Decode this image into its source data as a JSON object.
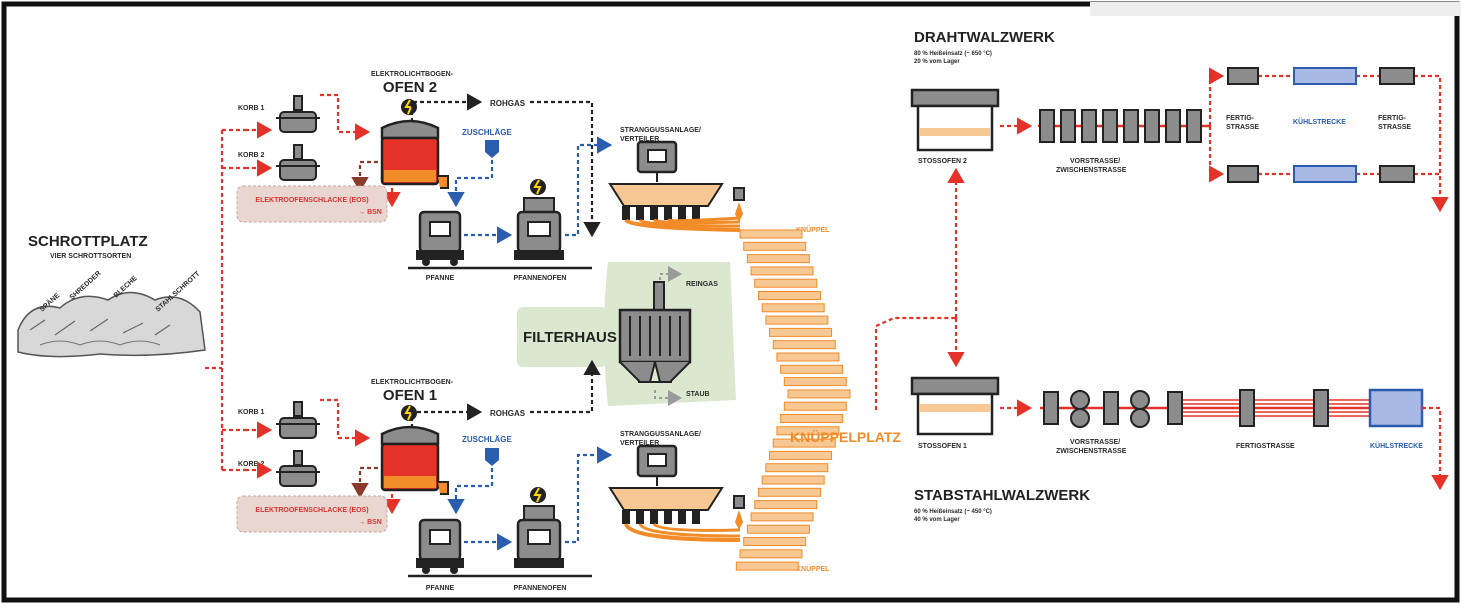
{
  "colors": {
    "red": "#e53228",
    "blue": "#2a5db0",
    "orange": "#f28c28",
    "gray": "#8c8c8c",
    "dark": "#222222",
    "green": "#dbe8cf",
    "slagbox": "#ead6d0"
  },
  "scrap": {
    "title": "SCHROTTPLATZ",
    "subtitle": "VIER SCHROTTSORTEN",
    "sorts": [
      "SPÄNE",
      "SHREDDER",
      "BLECHE",
      "STAHLSCHROTT"
    ]
  },
  "furnace2": {
    "title_line1": "ELEKTROLICHTBOGEN-",
    "title_line2": "OFEN 2",
    "korb1": "KORB 1",
    "korb2": "KORB 2",
    "rohgas": "ROHGAS",
    "zuschlaege": "ZUSCHLÄGE",
    "slag_line1": "ELEKTROOFENSCHLACKE (EOS)",
    "slag_line2": "→ BSN",
    "pfanne": "PFANNE",
    "pfannenofen": "PFANNENOFEN",
    "caster_line1": "STRANGGUSSANLAGE/",
    "caster_line2": "VERTEILER",
    "knueppel": "KNÜPPEL"
  },
  "furnace1": {
    "title_line1": "ELEKTROLICHTBOGEN-",
    "title_line2": "OFEN 1",
    "korb1": "KORB 1",
    "korb2": "KORB 2",
    "rohgas": "ROHGAS",
    "zuschlaege": "ZUSCHLÄGE",
    "slag_line1": "ELEKTROOFENSCHLACKE (EOS)",
    "slag_line2": "→ BSN",
    "pfanne": "PFANNE",
    "pfannenofen": "PFANNENOFEN",
    "caster_line1": "STRANGGUSSANLAGE/",
    "caster_line2": "VERTEILER",
    "knueppel": "KNÜPPEL"
  },
  "filter": {
    "title": "FILTERHAUS",
    "reingas": "REINGAS",
    "staub": "STAUB"
  },
  "billet_yard": {
    "title": "KNÜPPELPLATZ"
  },
  "wire_mill": {
    "title": "DRAHTWALZWERK",
    "line1": "80 % Heißeinsatz (~ 650 °C)",
    "line2": "20 % vom Lager",
    "oven": "STOSSOFEN 2",
    "stands_line1": "VORSTRASSE/",
    "stands_line2": "ZWISCHENSTRASSE",
    "finish1_line1": "FERTIG-",
    "finish1_line2": "STRASSE",
    "cooling": "KÜHLSTRECKE",
    "finish2_line1": "FERTIG-",
    "finish2_line2": "STRASSE"
  },
  "bar_mill": {
    "title": "STABSTAHLWALZWERK",
    "line1": "60 % Heißeinsatz (~ 450 °C)",
    "line2": "40 % vom Lager",
    "oven": "STOSSOFEN 1",
    "stands_line1": "VORSTRASSE/",
    "stands_line2": "ZWISCHENSTRASSE",
    "finish": "FERTIGSTRASSE",
    "cooling": "KÜHLSTRECKE"
  }
}
